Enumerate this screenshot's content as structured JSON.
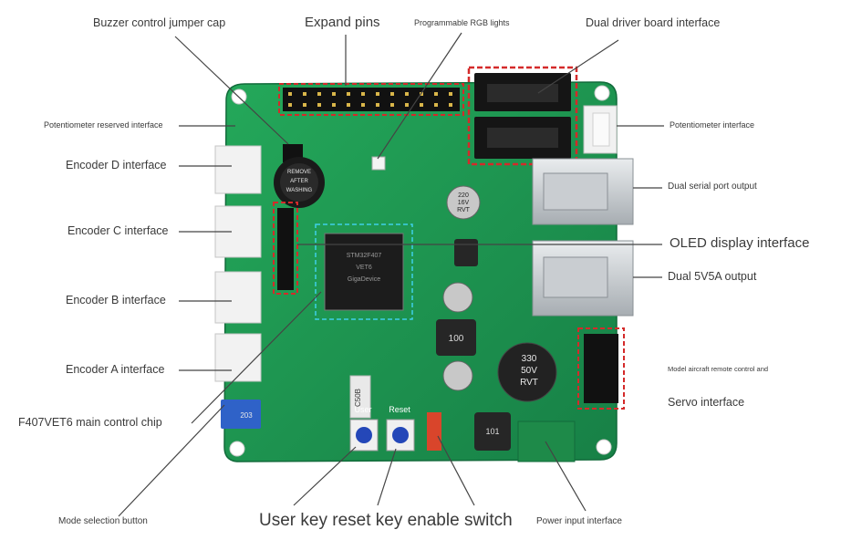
{
  "labels": {
    "buzzer": "Buzzer control jumper cap",
    "expand_pins": "Expand pins",
    "rgb": "Programmable RGB lights",
    "dual_driver": "Dual driver board interface",
    "pot_reserved": "Potentiometer reserved interface",
    "pot": "Potentiometer interface",
    "enc_d": "Encoder D interface",
    "dual_serial": "Dual serial port output",
    "enc_c": "Encoder C interface",
    "oled": "OLED display interface",
    "dual_5v": "Dual 5V5A output",
    "enc_b": "Encoder B interface",
    "enc_a": "Encoder A interface",
    "model_rc": "Model aircraft remote control and",
    "servo": "Servo interface",
    "mcu": "F407VET6 main control chip",
    "mode_btn": "Mode selection button",
    "keys": "User key reset key enable switch",
    "power": "Power input interface"
  },
  "board_text": {
    "buzzer_sticker": [
      "REMOVE",
      "AFTER",
      "WASHING"
    ],
    "user_key": "User",
    "reset_key": "Reset",
    "cap_220": [
      "220",
      "16V",
      "RVT"
    ],
    "cap_330": [
      "330",
      "50V",
      "RVT"
    ],
    "inductor": "100",
    "inductor2": "101",
    "pot_code": "203",
    "sw_code": "C50B",
    "chip_text": [
      "STM32F407",
      "VET6",
      "GigaDevice"
    ]
  },
  "colors": {
    "pcb": "#1f9a52",
    "pcb_dark": "#17804a",
    "highlight_red": "#d42a2a",
    "highlight_cyan": "#3fd0e8"
  }
}
